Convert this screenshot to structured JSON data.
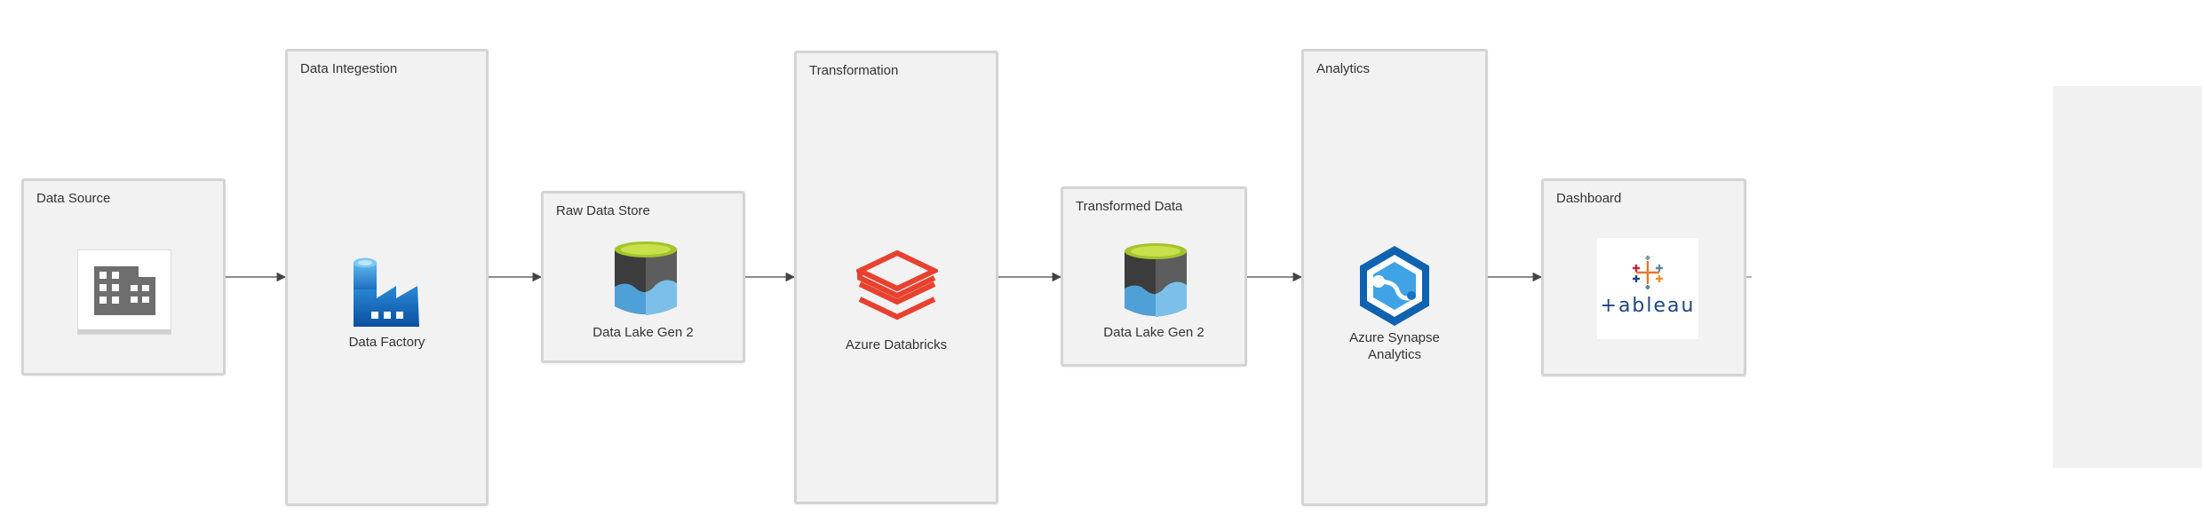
{
  "stages": {
    "data_source": {
      "title": "Data Source",
      "icon": "building-icon",
      "caption": ""
    },
    "data_ingestion": {
      "title": "Data Integestion",
      "icon": "azure-data-factory-icon",
      "caption": "Data Factory"
    },
    "raw_data_store": {
      "title": "Raw Data Store",
      "icon": "azure-data-lake-icon",
      "caption": "Data Lake Gen 2"
    },
    "transformation": {
      "title": "Transformation",
      "icon": "azure-databricks-icon",
      "caption": "Azure Databricks"
    },
    "transformed_data": {
      "title": "Transformed Data",
      "icon": "azure-data-lake-icon",
      "caption": "Data Lake Gen 2"
    },
    "analytics": {
      "title": "Analytics",
      "icon": "azure-synapse-icon",
      "caption_line1": "Azure Synapse",
      "caption_line2": "Analytics"
    },
    "dashboard": {
      "title": "Dashboard",
      "icon": "tableau-logo",
      "logo_text": "+ableau"
    }
  },
  "colors": {
    "box_fill": "#f2f2f2",
    "box_border": "#d4d4d4",
    "arrow": "#555555",
    "databricks": "#e8412f",
    "azure_blue": "#0078d4",
    "lake_top": "#b6d534",
    "lake_dark": "#3c3c3c",
    "lake_blue": "#50a0d8"
  }
}
